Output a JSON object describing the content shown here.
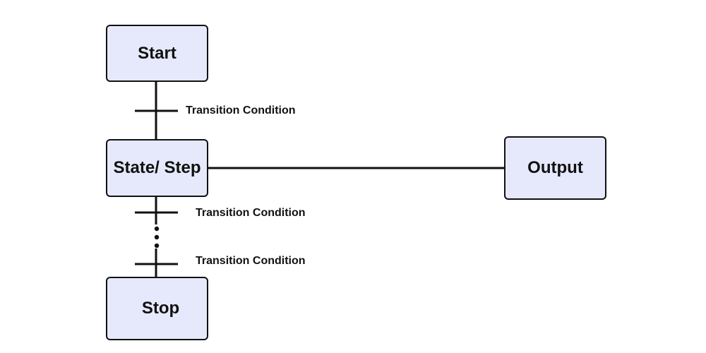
{
  "theme": {
    "node_fill": "#e6e9fb",
    "stroke": "#111111",
    "text": "#111111"
  },
  "nodes": {
    "start": "Start",
    "state": "State/ Step",
    "output": "Output",
    "stop": "Stop"
  },
  "transitions": [
    "Transition Condition",
    "Transition Condition",
    "Transition Condition"
  ]
}
